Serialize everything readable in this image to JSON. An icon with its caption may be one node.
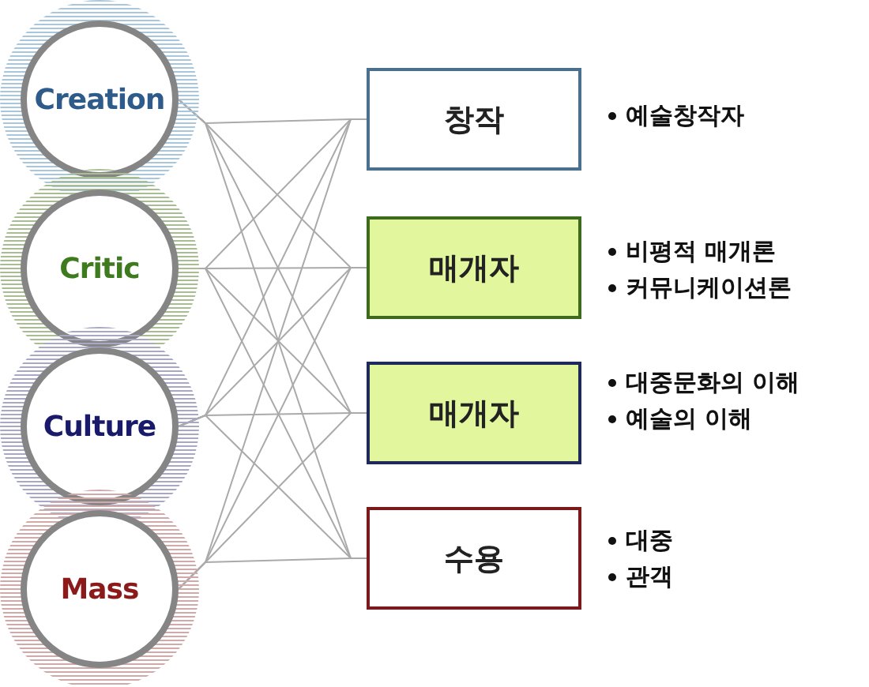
{
  "diagram": {
    "nodes": [
      {
        "text": [
          "Creation"
        ]
      },
      {
        "text": [
          "Critic"
        ]
      },
      {
        "text": [
          "Culture"
        ]
      },
      {
        "text": [
          "Mass"
        ]
      },
      {
        "text": [
          "창작"
        ],
        "beside": [
          "예술창작자"
        ]
      },
      {
        "text": [
          "매개자"
        ],
        "beside": [
          "비평적 매개론",
          "커뮤니케이션론"
        ]
      },
      {
        "text": [
          "매개자"
        ],
        "beside": [
          "대중문화의 이해",
          "예술의 이해"
        ]
      },
      {
        "text": [
          "수용"
        ],
        "beside": [
          "대중",
          "관객"
        ]
      }
    ],
    "edges": [
      {
        "from": 0,
        "to": 4,
        "arrow": "none"
      },
      {
        "from": 0,
        "to": 5,
        "arrow": "none"
      },
      {
        "from": 0,
        "to": 6,
        "arrow": "none"
      },
      {
        "from": 0,
        "to": 7,
        "arrow": "none"
      },
      {
        "from": 1,
        "to": 4,
        "arrow": "none"
      },
      {
        "from": 1,
        "to": 5,
        "arrow": "none"
      },
      {
        "from": 1,
        "to": 6,
        "arrow": "none"
      },
      {
        "from": 1,
        "to": 7,
        "arrow": "none"
      },
      {
        "from": 2,
        "to": 4,
        "arrow": "none"
      },
      {
        "from": 2,
        "to": 5,
        "arrow": "none"
      },
      {
        "from": 2,
        "to": 6,
        "arrow": "none"
      },
      {
        "from": 2,
        "to": 7,
        "arrow": "none"
      },
      {
        "from": 3,
        "to": 4,
        "arrow": "none"
      },
      {
        "from": 3,
        "to": 5,
        "arrow": "none"
      },
      {
        "from": 3,
        "to": 6,
        "arrow": "none"
      },
      {
        "from": 3,
        "to": 7,
        "arrow": "none"
      }
    ]
  }
}
